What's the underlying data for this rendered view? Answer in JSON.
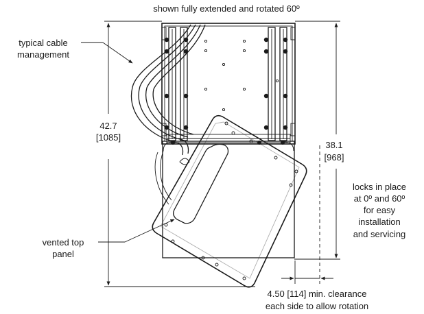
{
  "caption": {
    "heading": "shown fully extended and rotated 60º"
  },
  "callouts": {
    "cable": [
      "typical cable",
      "management"
    ],
    "panel": [
      "vented top",
      "panel"
    ]
  },
  "dimensions": {
    "overall_height": {
      "imperial": "42.7",
      "metric": "[1085]"
    },
    "frame_height": {
      "imperial": "38.1",
      "metric": "[968]"
    },
    "clearance": [
      "4.50 [114] min. clearance",
      "each side to allow rotation"
    ]
  },
  "notes": {
    "locks": [
      "locks in place",
      "at 0º and 60º",
      "for easy",
      "installation",
      "and servicing"
    ]
  },
  "colors": {
    "line": "#1a1a1a",
    "background": "#ffffff"
  }
}
